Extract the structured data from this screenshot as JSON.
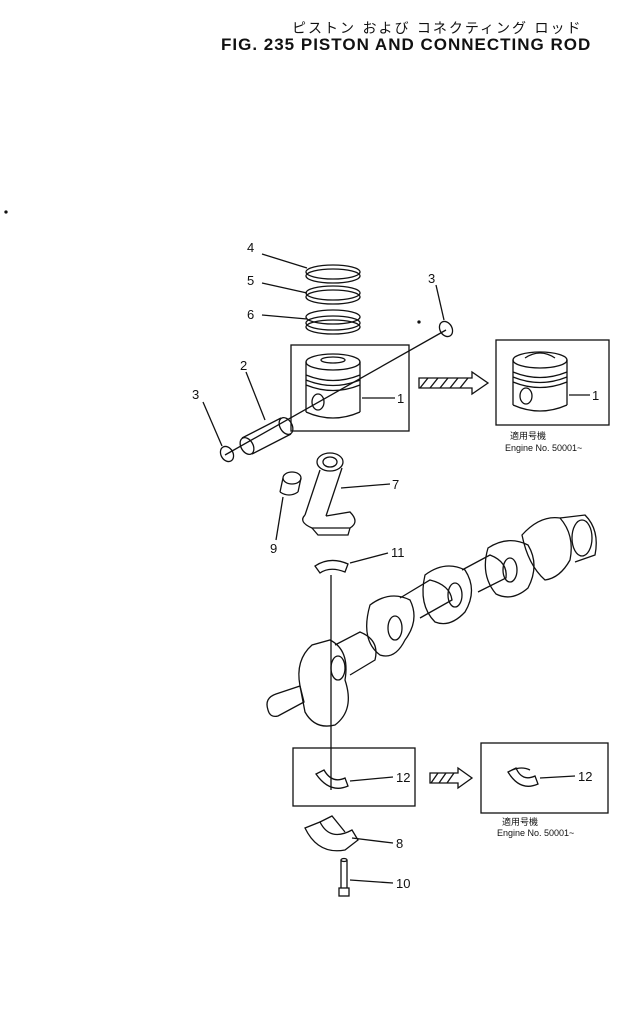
{
  "figure": {
    "title_jp": "ピストン および コネクティング ロッド",
    "title_en": "FIG. 235  PISTON AND CONNECTING ROD"
  },
  "callouts": {
    "piston": "1",
    "piston_alt": "1",
    "piston_pin": "2",
    "snap_ring_upper": "3",
    "snap_ring_lower": "3",
    "ring_top": "4",
    "ring_second": "5",
    "ring_oil": "6",
    "connecting_rod": "7",
    "rod_cap": "8",
    "bushing": "9",
    "bolt": "10",
    "bearing_upper": "11",
    "bearing_lower": "12",
    "bearing_lower_alt": "12"
  },
  "notes": {
    "piston_alt_jp": "適用号機",
    "piston_alt_en": "Engine  No. 50001~",
    "bearing_alt_jp": "適用号機",
    "bearing_alt_en": "Engine  No. 50001~"
  }
}
